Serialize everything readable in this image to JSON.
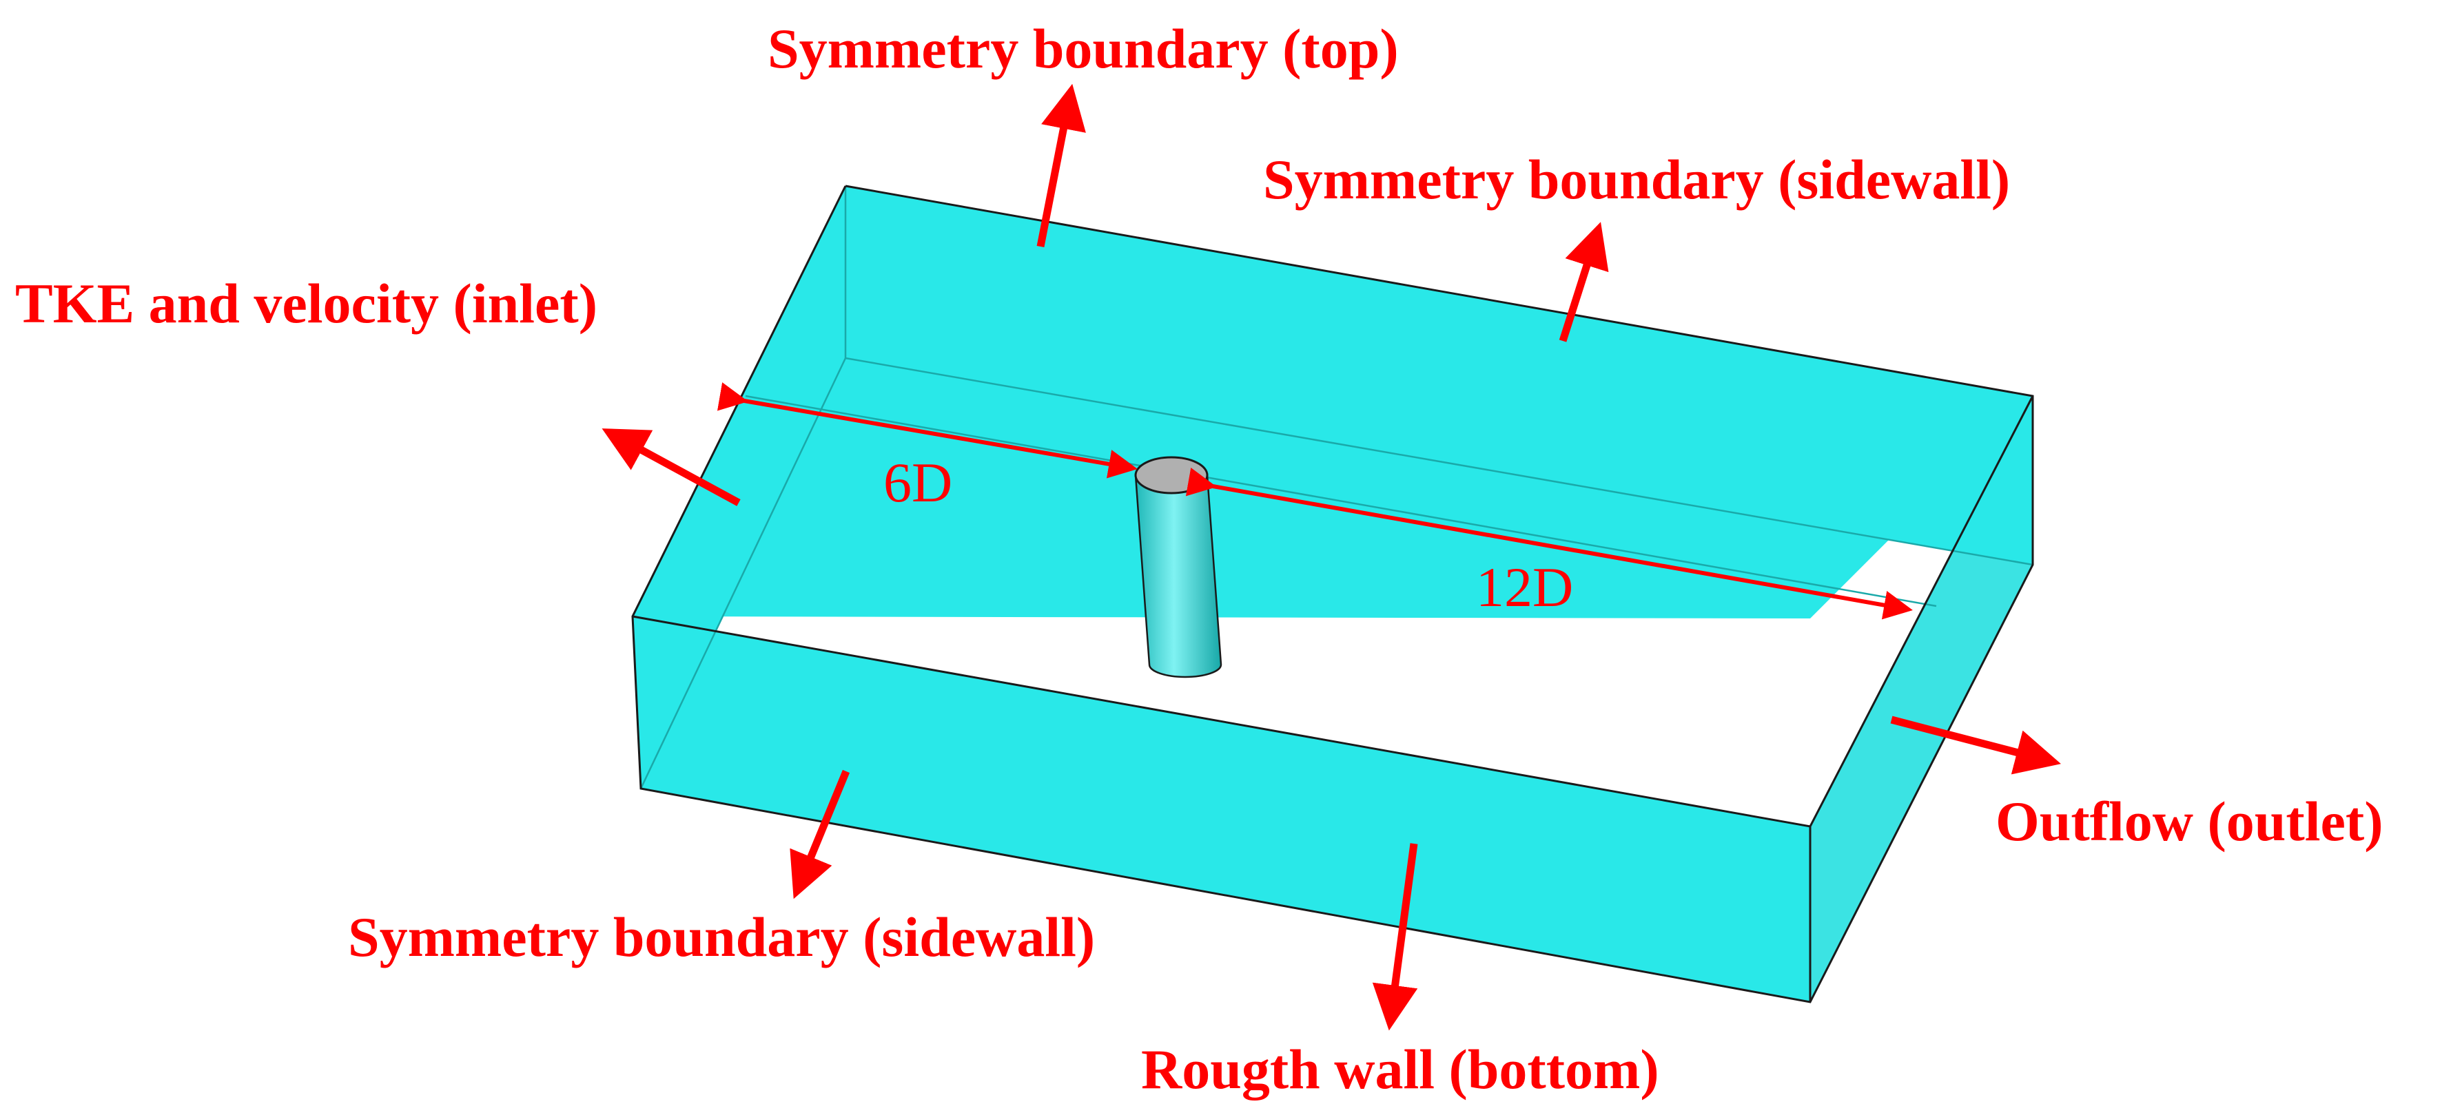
{
  "colors": {
    "fluid": "#29E8E8",
    "fluid_shade": "#3BE3E3",
    "edge": "#1a1a1a",
    "hidden_edge": "#1aa9a9",
    "annotation": "#ff0000",
    "pier_top": "#b0b0b0"
  },
  "labels": {
    "top": "Symmetry boundary (top)",
    "sidewall_back": "Symmetry boundary (sidewall)",
    "inlet": "TKE and velocity (inlet)",
    "sidewall_front": "Symmetry boundary (sidewall)",
    "bottom": "Rougth wall (bottom)",
    "outlet": "Outflow (outlet)"
  },
  "dimensions": {
    "upstream": "6D",
    "downstream": "12D"
  }
}
